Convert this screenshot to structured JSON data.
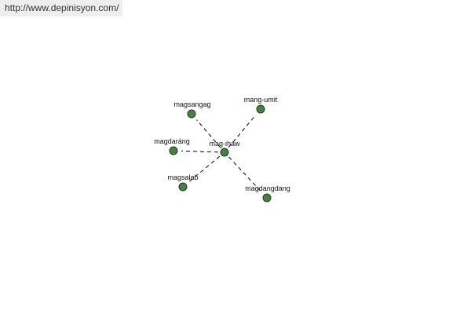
{
  "source_url": "http://www.depinisyon.com/",
  "graph": {
    "center": {
      "id": "mag-ihaw",
      "label": "mag-ihaw"
    },
    "related": [
      {
        "id": "magsangag",
        "label": "magsangag"
      },
      {
        "id": "mang-umit",
        "label": "mang-umit"
      },
      {
        "id": "magdarang",
        "label": "magdaráng"
      },
      {
        "id": "magsalab",
        "label": "magsalab"
      },
      {
        "id": "magdangdang",
        "label": "magdangdang"
      }
    ],
    "node_color": "#4a7f47"
  }
}
